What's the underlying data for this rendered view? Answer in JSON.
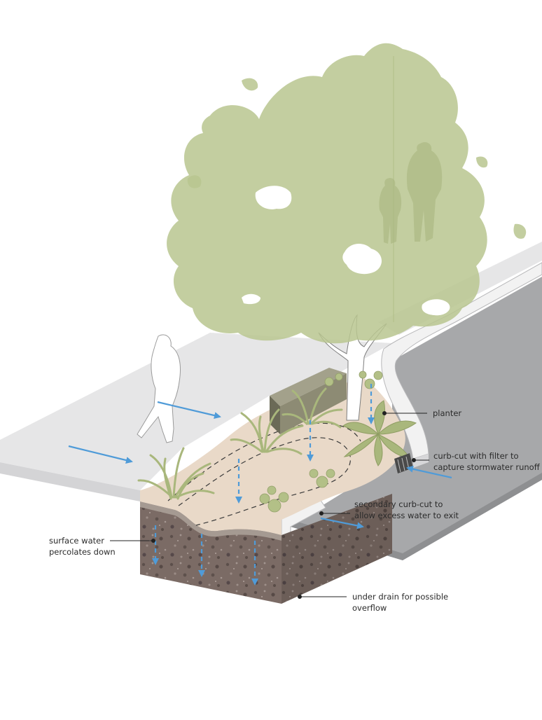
{
  "callouts": {
    "planter": {
      "lines": [
        "planter"
      ]
    },
    "curb_cut_filter": {
      "lines": [
        "curb-cut with filter to",
        "capture stormwater runoff"
      ]
    },
    "secondary_curb_cut": {
      "lines": [
        "secondary curb-cut to",
        "allow excess water to exit"
      ]
    },
    "surface_water": {
      "lines": [
        "surface water",
        "percolates down"
      ]
    },
    "under_drain": {
      "lines": [
        "under drain for possible",
        "overflow"
      ]
    }
  },
  "colors": {
    "sidewalk": "#e6e6e7",
    "street": "#a7a8aa",
    "curb": "#f2f2f2",
    "soil_top": "#e9d9c8",
    "soil_section": "#7a6a64",
    "planter_wall": "#8d8b74",
    "tree_canopy": "#b9c68f",
    "plants": "#a9b77c",
    "water_arrows": "#4f9bd8"
  }
}
